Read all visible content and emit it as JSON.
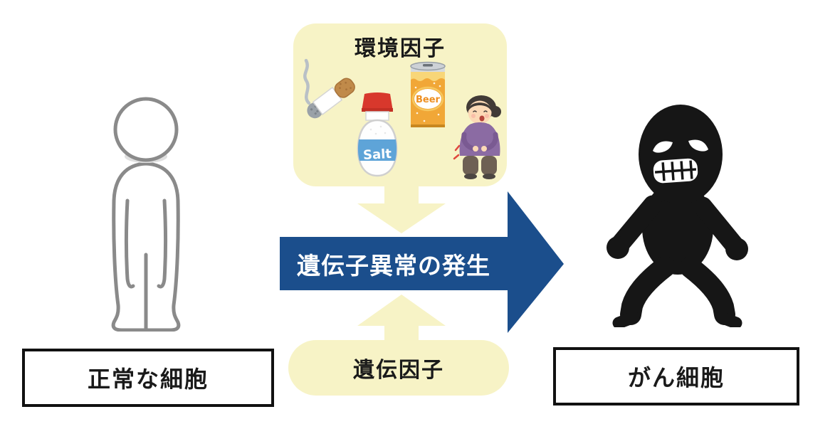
{
  "diagram": {
    "top_box": {
      "title": "環境因子",
      "salt_label": "Salt",
      "beer_label": "Beer",
      "icon_names": [
        "cigarette-icon",
        "salt-bottle-icon",
        "beer-can-icon",
        "obese-person-icon"
      ]
    },
    "main_arrow_label": "遺伝子異常の発生",
    "bottom_pill_label": "遺伝因子",
    "left_box_label": "正常な細胞",
    "right_box_label": "がん細胞",
    "figures": {
      "left": "normal-person-figure",
      "right": "cancer-monster-figure"
    },
    "colors": {
      "panel_yellow": "#f7f3c6",
      "arrow_blue": "#1b4e8c",
      "arrow_text": "#ffffff",
      "text_black": "#1a1a1a",
      "box_border": "#111111",
      "person_outline": "#8a8a8a",
      "silhouette_black": "#161616"
    }
  }
}
